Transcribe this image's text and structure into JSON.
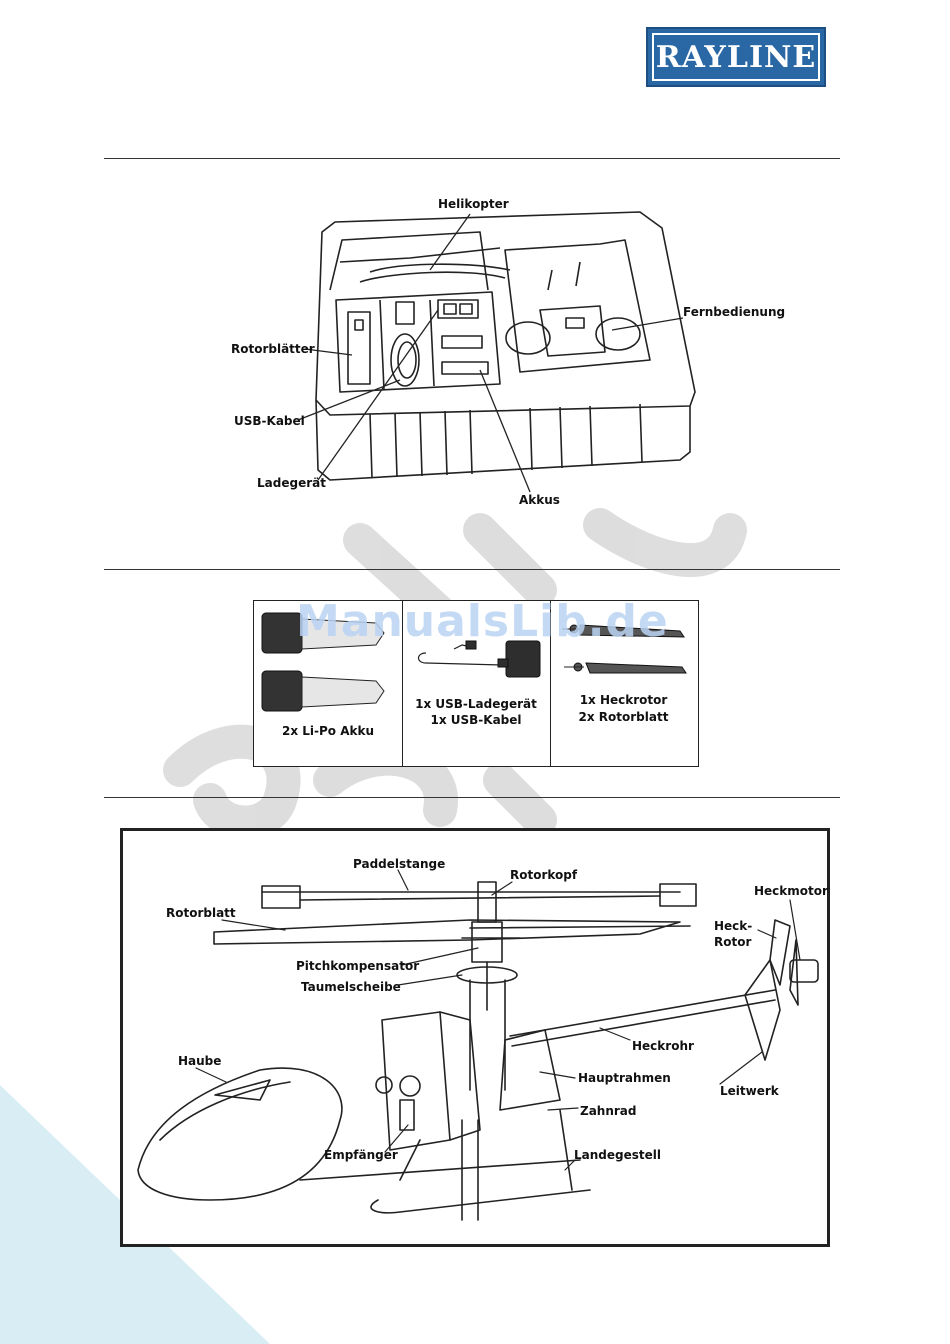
{
  "brand": {
    "logo_text": "RAYLINE",
    "color": "#2a68a5"
  },
  "watermark": {
    "text": "ManualsLib.de"
  },
  "colors": {
    "accent_triangle": "#d9edf5",
    "ghost_letters": "#d4d4d4",
    "watermark": "#b9d3f3"
  },
  "box_figure": {
    "labels": {
      "helikopter": "Helikopter",
      "fernbedienung": "Fernbedienung",
      "rotorblaetter": "Rotorblätter",
      "usb_kabel": "USB-Kabel",
      "ladegeraet": "Ladegerät",
      "akkus": "Akkus"
    }
  },
  "contents": {
    "panels": [
      {
        "lines": [
          "2x Li-Po Akku"
        ]
      },
      {
        "lines": [
          "1x USB-Ladegerät",
          "1x USB-Kabel"
        ]
      },
      {
        "lines": [
          "1x Heckrotor",
          "2x Rotorblatt"
        ]
      }
    ]
  },
  "heli_figure": {
    "labels": {
      "paddelstange": "Paddelstange",
      "rotorkopf": "Rotorkopf",
      "heckmotor": "Heckmotor",
      "rotorblatt": "Rotorblatt",
      "heck": "Heck-",
      "rotor": "Rotor",
      "pitchkompensator": "Pitchkompensator",
      "taumelscheibe": "Taumelscheibe",
      "heckrohr": "Heckrohr",
      "haube": "Haube",
      "hauptrahmen": "Hauptrahmen",
      "leitwerk": "Leitwerk",
      "zahnrad": "Zahnrad",
      "empfaenger": "Empfänger",
      "landegestell": "Landegestell"
    }
  }
}
